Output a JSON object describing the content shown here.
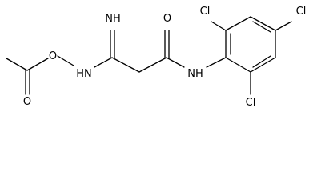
{
  "molecule": {
    "atom_labels": {
      "imine_nh": "NH",
      "oxime_o": "O",
      "hydrazide_nh": "HN",
      "carbonyl_o_amide": "O",
      "amide_nh": "NH",
      "carbonyl_o_acetyl": "O",
      "cl_ortho_top": "Cl",
      "cl_para": "Cl",
      "cl_ortho_bottom": "Cl"
    }
  }
}
